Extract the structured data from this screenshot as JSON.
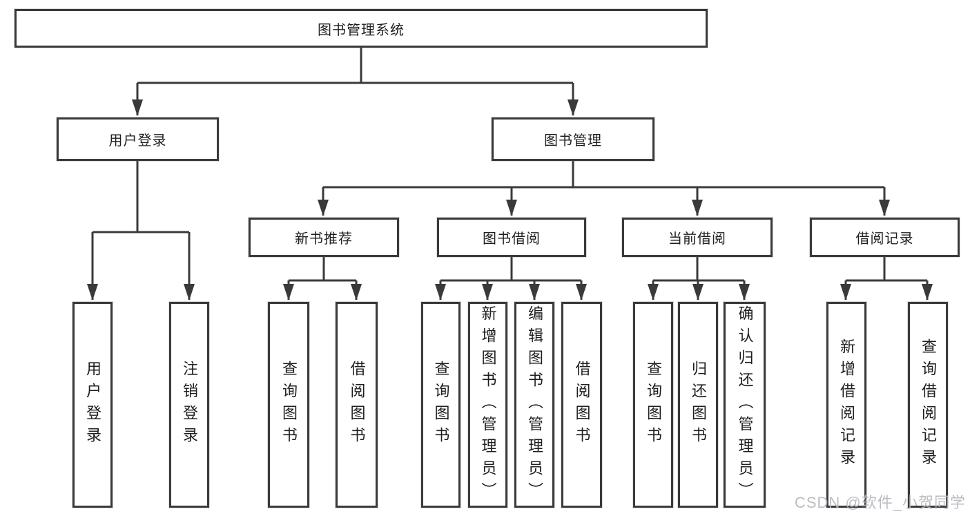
{
  "diagram": {
    "title": "图书管理系统",
    "level2": {
      "user_login": "用户登录",
      "book_mgmt": "图书管理"
    },
    "level3": {
      "new_books": "新书推荐",
      "book_borrow": "图书借阅",
      "current_borrow": "当前借阅",
      "borrow_records": "借阅记录"
    },
    "leaves": {
      "user_login": [
        "用户登录",
        "注销登录"
      ],
      "new_books": [
        "查询图书",
        "借阅图书"
      ],
      "book_borrow": [
        "查询图书",
        "新增图书（管理员）",
        "编辑图书（管理员）",
        "借阅图书"
      ],
      "current_borrow": [
        "查询图书",
        "归还图书",
        "确认归还（管理员）"
      ],
      "borrow_records": [
        "新增借阅记录",
        "查询借阅记录"
      ]
    }
  },
  "watermark": "CSDN @软件_小贺同学",
  "colors": {
    "line": "#3a3a3a",
    "box_border": "#3a3a3a",
    "text": "#1f1f1f",
    "background": "#ffffff",
    "watermark": "#b3b6bb"
  }
}
